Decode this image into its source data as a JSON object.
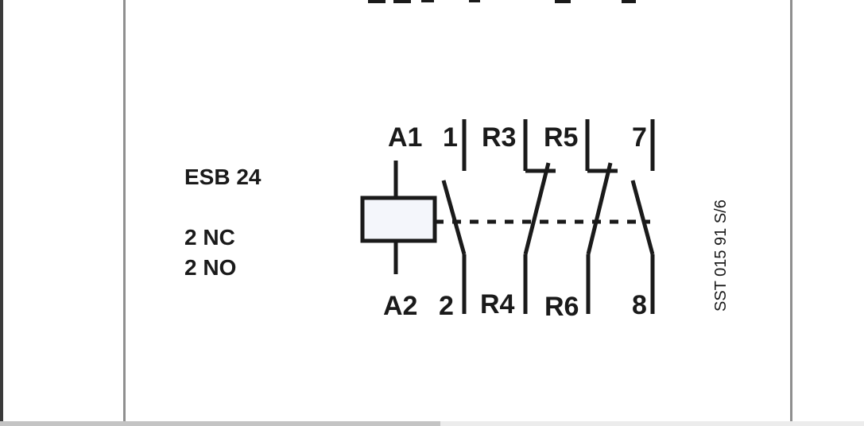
{
  "device": {
    "model": "ESB 24",
    "contacts_nc": "2 NC",
    "contacts_no": "2 NO",
    "drawing_ref": "SST 015 91 S/6"
  },
  "terminals": {
    "coil_top": "A1",
    "coil_bottom": "A2",
    "c1_top": "1",
    "c1_bottom": "2",
    "c2_top": "R3",
    "c2_bottom": "R4",
    "c3_top": "R5",
    "c3_bottom": "R6",
    "c4_top": "7",
    "c4_bottom": "8"
  },
  "colors": {
    "ink": "#1a1a1a",
    "frame": "#8f8f8f",
    "coil_fill": "#f4f6fb"
  },
  "scroll": {
    "horizontal_position": 0.0,
    "visible_fraction": 0.51
  }
}
